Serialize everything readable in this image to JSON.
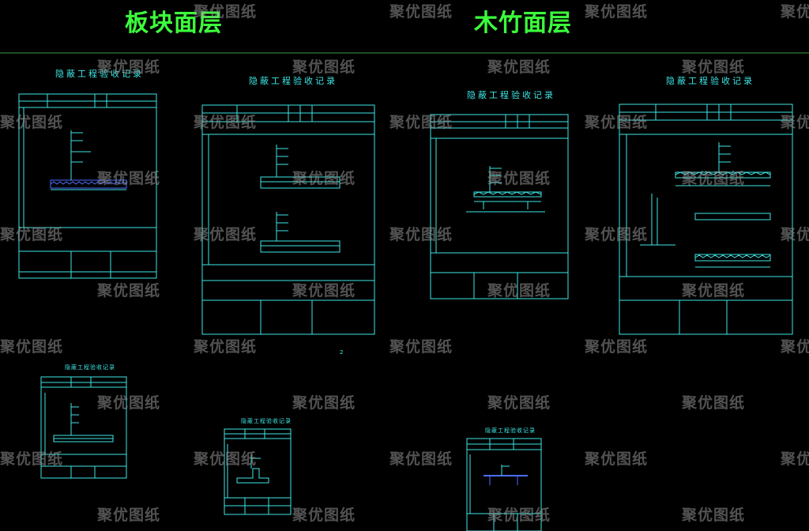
{
  "headings": {
    "left": "板块面层",
    "right": "木竹面层"
  },
  "sheet_titles": {
    "s1": "隐蔽工程验收记录",
    "s2": "隐蔽工程验收记录",
    "s3": "隐蔽工程验收记录",
    "s4": "隐蔽工程验收记录",
    "s5": "隐蔽工程验收记录",
    "s6": "隐蔽工程验收记录",
    "s7": "隐蔽工程验收记录"
  },
  "page_number": "2",
  "watermark": "聚优图纸",
  "colors": {
    "background": "#000000",
    "heading": "#3cff3c",
    "cad_line": "#3ee6e6",
    "watermark": "#969696"
  }
}
